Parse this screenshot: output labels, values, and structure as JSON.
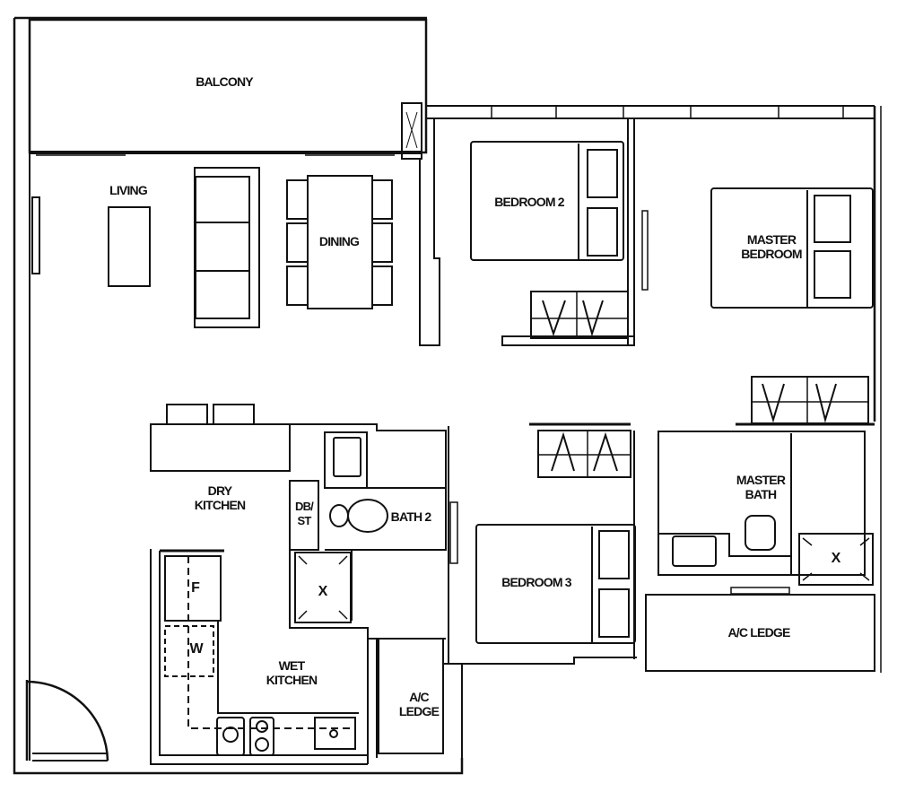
{
  "floorplan": {
    "rooms": {
      "balcony": "BALCONY",
      "living": "LIVING",
      "dining": "DINING",
      "bedroom2": "BEDROOM 2",
      "master_bedroom": "MASTER\nBEDROOM",
      "dry_kitchen": "DRY\nKITCHEN",
      "db_st": "DB/\nST",
      "bath2": "BATH 2",
      "master_bath": "MASTER\nBATH",
      "bedroom3": "BEDROOM 3",
      "ac_ledge_right": "A/C LEDGE",
      "wet_kitchen": "WET\nKITCHEN",
      "ac_ledge_bottom": "A/C\nLEDGE"
    },
    "fixtures": {
      "fridge": "F",
      "washer": "W",
      "shower_bath2": "X",
      "shower_master": "X"
    },
    "colors": {
      "line": "#111111",
      "background": "#ffffff"
    }
  }
}
